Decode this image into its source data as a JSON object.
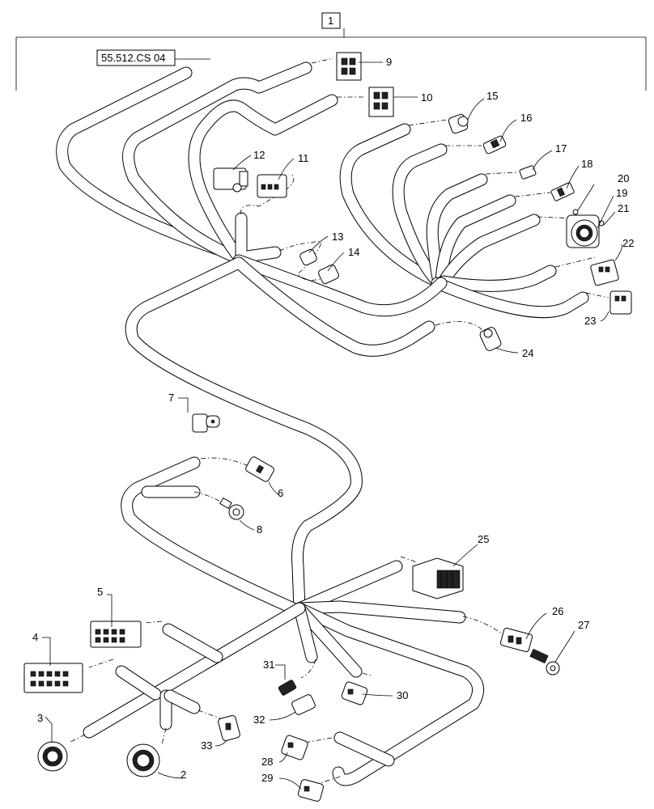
{
  "diagram": {
    "assembly_callout": "1",
    "reference_box": "55.512.CS 04",
    "callouts": [
      "2",
      "3",
      "4",
      "5",
      "6",
      "7",
      "8",
      "9",
      "10",
      "11",
      "12",
      "13",
      "14",
      "15",
      "16",
      "17",
      "18",
      "19",
      "20",
      "21",
      "22",
      "23",
      "24",
      "25",
      "26",
      "27",
      "28",
      "29",
      "30",
      "31",
      "32",
      "33"
    ]
  }
}
